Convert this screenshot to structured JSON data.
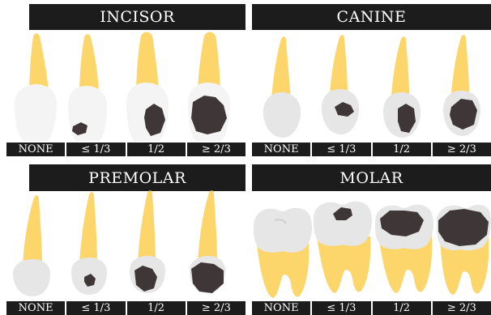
{
  "colors": {
    "root": "#fcd56b",
    "crown": "#e6e6e6",
    "crown_light": "#f4f4f4",
    "decay": "#3e3637",
    "banner": "#1c1c1c"
  },
  "panels": [
    {
      "title": "INCISOR",
      "labels": [
        "NONE",
        "≤ 1/3",
        "1/2",
        "≥ 2/3"
      ],
      "decay_levels": [
        0,
        0.33,
        0.5,
        0.67
      ]
    },
    {
      "title": "CANINE",
      "labels": [
        "NONE",
        "≤ 1/3",
        "1/2",
        "≥ 2/3"
      ],
      "decay_levels": [
        0,
        0.33,
        0.5,
        0.67
      ]
    },
    {
      "title": "PREMOLAR",
      "labels": [
        "NONE",
        "≤ 1/3",
        "1/2",
        "≥ 2/3"
      ],
      "decay_levels": [
        0,
        0.33,
        0.5,
        0.67
      ]
    },
    {
      "title": "MOLAR",
      "labels": [
        "NONE",
        "≤ 1/3",
        "1/2",
        "≥ 2/3"
      ],
      "decay_levels": [
        0,
        0.33,
        0.5,
        0.67
      ]
    }
  ]
}
